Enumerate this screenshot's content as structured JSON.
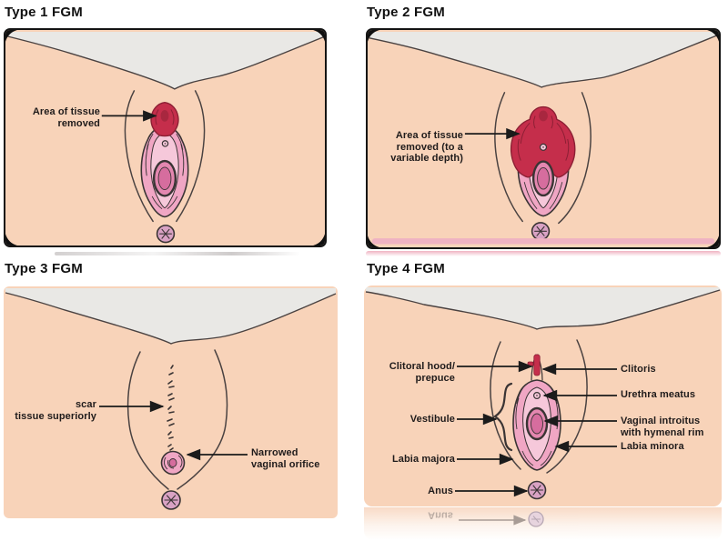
{
  "panels": [
    {
      "title": "Type 1 FGM",
      "labels": {
        "area_removed": "Area of tissue\nremoved"
      }
    },
    {
      "title": "Type 2 FGM",
      "labels": {
        "area_removed": "Area of tissue\nremoved (to a\nvariable depth)"
      }
    },
    {
      "title": "Type 3 FGM",
      "labels": {
        "scar": "scar\ntissue superiorly",
        "narrowed": "Narrowed\nvaginal orifice"
      }
    },
    {
      "title": "Type 4 FGM",
      "labels": {
        "clitoral_hood": "Clitoral hood/\nprepuce",
        "clitoris": "Clitoris",
        "urethra": "Urethra meatus",
        "vestibule": "Vestibule",
        "introitus": "Vaginal introitus\nwith hymenal rim",
        "labia_majora": "Labia majora",
        "labia_minora": "Labia minora",
        "anus": "Anus"
      }
    }
  ],
  "colors": {
    "skin": "#f8d3b9",
    "grey": "#e9e8e5",
    "ink": "#3a3434",
    "line": "#4a4241",
    "pink": "#f0a6c4",
    "pinkLight": "#f6c8da",
    "pinkMid": "#e487b0",
    "pinkDeep": "#d66d9e",
    "red": "#c52e4b",
    "redDark": "#8c1f34",
    "anusFill": "#d9a2c4",
    "strip": "#efb2c2",
    "arrow": "#1b1b1b",
    "title": "#111111",
    "label": "#1f1b1b"
  }
}
